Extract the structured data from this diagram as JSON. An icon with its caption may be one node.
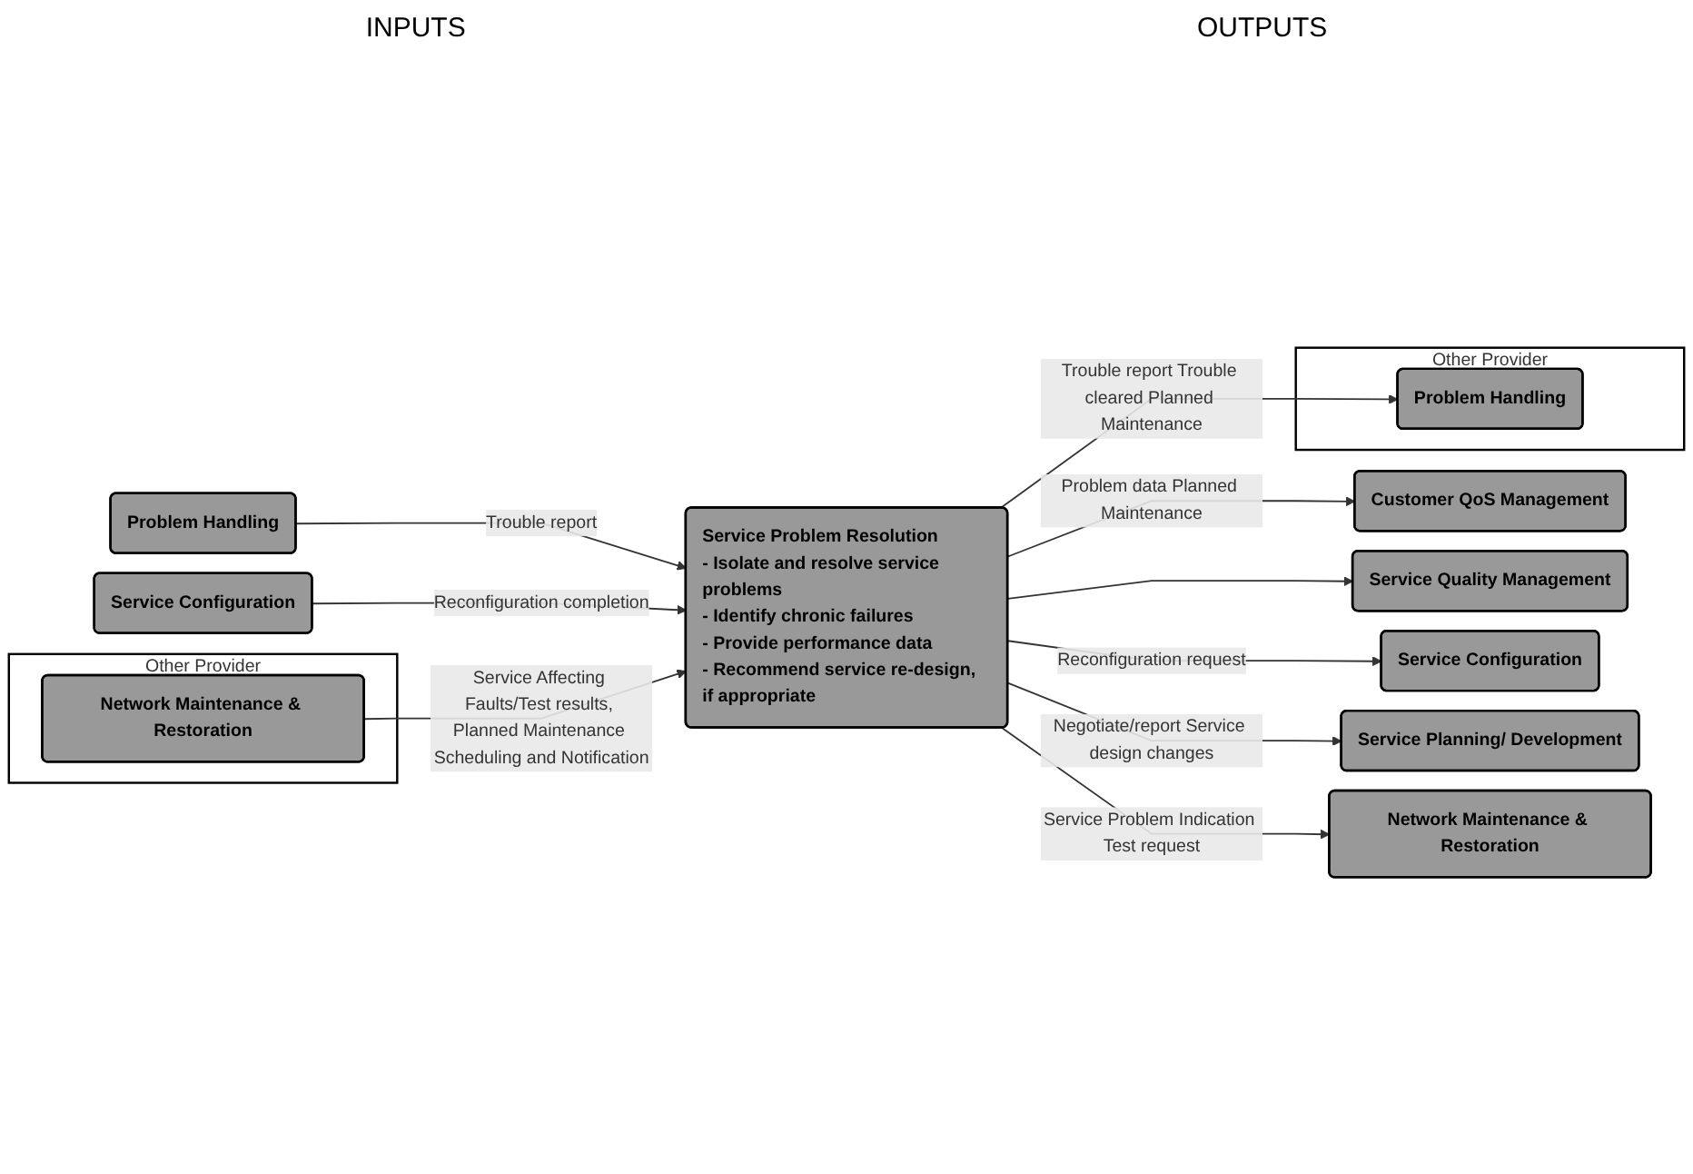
{
  "diagram": {
    "nodes": [
      {
        "text": [
          "Problem Handling"
        ]
      },
      {
        "text": [
          "Service Problem Resolution",
          "- Isolate and resolve service problems",
          "- Identify chronic failures",
          "- Provide performance data",
          "- Recommend service re-design, if appropriate"
        ]
      },
      {
        "text": [
          "Customer QoS Management"
        ]
      },
      {
        "text": [
          "Service Quality Management"
        ]
      },
      {
        "text": [
          "Service Configuration"
        ]
      },
      {
        "text": [
          "Service Configuration"
        ]
      },
      {
        "text": [
          "Other Provider"
        ]
      },
      {
        "text": [
          "Problem Handling"
        ],
        "in": 6
      },
      {
        "text": [
          "Other Provider"
        ]
      },
      {
        "text": [
          "Network Maintenance & Restoration"
        ],
        "in": 8
      },
      {
        "text": [
          "Service Planning/ Development"
        ]
      },
      {
        "text": [
          "Network Maintenance & Restoration"
        ]
      }
    ],
    "edges": [
      {
        "from": 0,
        "to": 1,
        "arrow": "to",
        "label": "Trouble report"
      },
      {
        "from": 4,
        "to": 1,
        "arrow": "to",
        "label": "Reconfiguration completion"
      },
      {
        "from": 9,
        "to": 1,
        "arrow": "to",
        "label": "Service Affecting Faults/Test results, Planned Maintenance Scheduling and Notification"
      },
      {
        "from": 1,
        "to": 2,
        "arrow": "to",
        "label": "Problem data Planned Maintenance"
      },
      {
        "from": 1,
        "to": 3,
        "arrow": "to"
      },
      {
        "from": 1,
        "to": 5,
        "arrow": "to",
        "label": "Reconfiguration request"
      },
      {
        "from": 1,
        "to": 7,
        "arrow": "to",
        "label": "Trouble report Trouble cleared Planned Maintenance"
      },
      {
        "from": 1,
        "to": 10,
        "arrow": "to",
        "label": "Negotiate/report Service design changes"
      },
      {
        "from": 1,
        "to": 11,
        "arrow": "to",
        "label": "Service Problem Indication Test request"
      }
    ],
    "labels": [
      "INPUTS",
      "OUTPUTS"
    ]
  }
}
